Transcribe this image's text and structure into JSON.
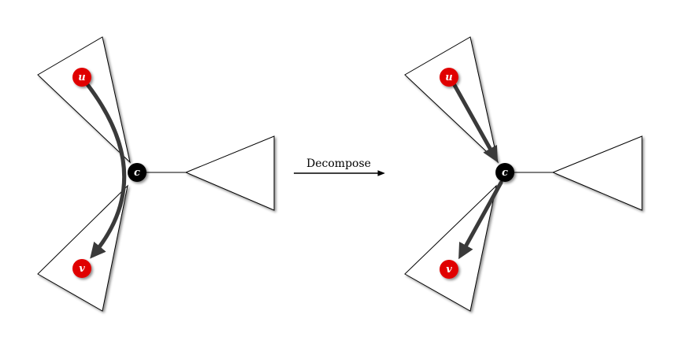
{
  "nodes": {
    "u": "u",
    "v": "v",
    "c": "c"
  },
  "transition": {
    "label": "Decompose"
  },
  "colors": {
    "terminal_node": "#e00000",
    "center_node": "#000000",
    "path": "#3a3a3a",
    "outline": "#000000"
  }
}
